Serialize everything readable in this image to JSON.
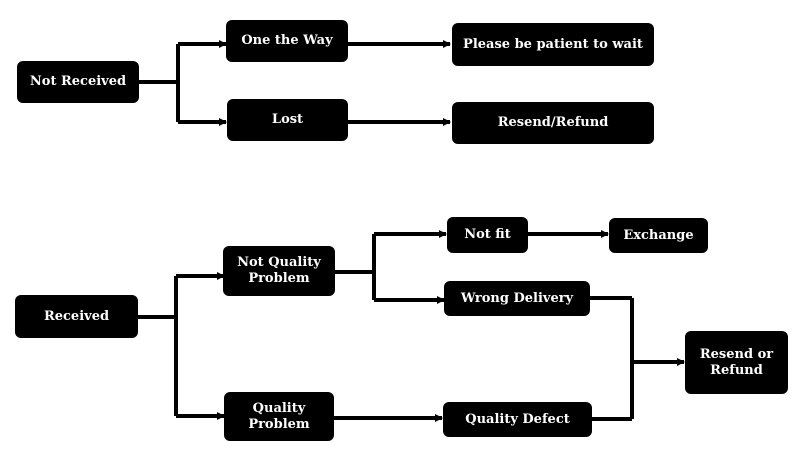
{
  "colors": {
    "node_fill": "#000000",
    "node_text": "#ffffff",
    "connector": "#000000",
    "background": "#ffffff"
  },
  "top_flow": {
    "not_received": "Not Received",
    "on_the_way": "One the Way",
    "wait": "Please be patient to wait",
    "lost": "Lost",
    "resend_refund": "Resend/Refund"
  },
  "bottom_flow": {
    "received": "Received",
    "not_quality_line1": "Not Quality",
    "not_quality_line2": "Problem",
    "not_fit": "Not fit",
    "exchange": "Exchange",
    "wrong_delivery": "Wrong Delivery",
    "quality_line1": "Quality",
    "quality_line2": "Problem",
    "quality_defect": "Quality Defect",
    "resend_or_line1": "Resend or",
    "resend_or_line2": "Refund"
  }
}
